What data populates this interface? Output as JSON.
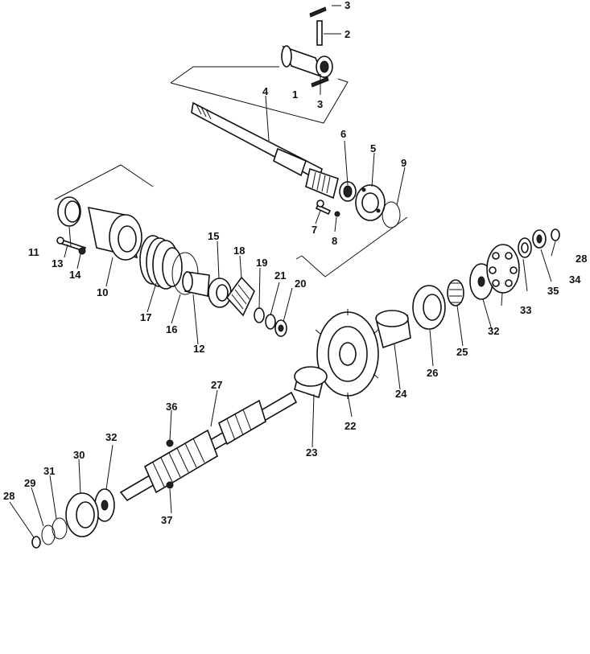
{
  "labels": [
    "3",
    "2",
    "1",
    "3",
    "4",
    "6",
    "5",
    "9",
    "7",
    "8",
    "11",
    "13",
    "14",
    "10",
    "17",
    "16",
    "12",
    "15",
    "18",
    "19",
    "21",
    "20",
    "28",
    "34",
    "35",
    "33",
    "32",
    "25",
    "26",
    "24",
    "22",
    "23",
    "27",
    "36",
    "37",
    "32",
    "30",
    "31",
    "29",
    "28"
  ]
}
